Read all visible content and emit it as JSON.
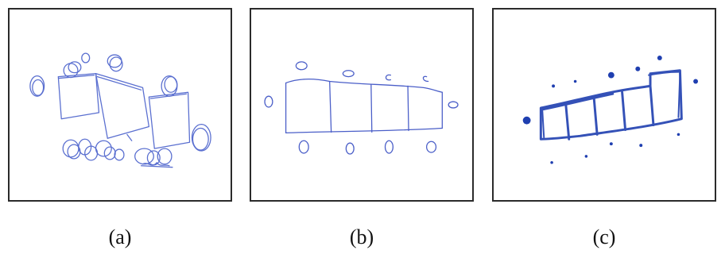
{
  "panels": [
    {
      "id": "a",
      "caption": "(a)"
    },
    {
      "id": "b",
      "caption": "(b)"
    },
    {
      "id": "c",
      "caption": "(c)"
    }
  ],
  "colors": {
    "sketch_light": "#5a6fd0",
    "sketch_medium": "#4a5ec8",
    "sketch_dark": "#1f3fb0",
    "frame": "#2b2b2b",
    "background": "#ffffff"
  },
  "icons": [
    "sketch-a-icon",
    "sketch-b-icon",
    "sketch-c-icon"
  ]
}
